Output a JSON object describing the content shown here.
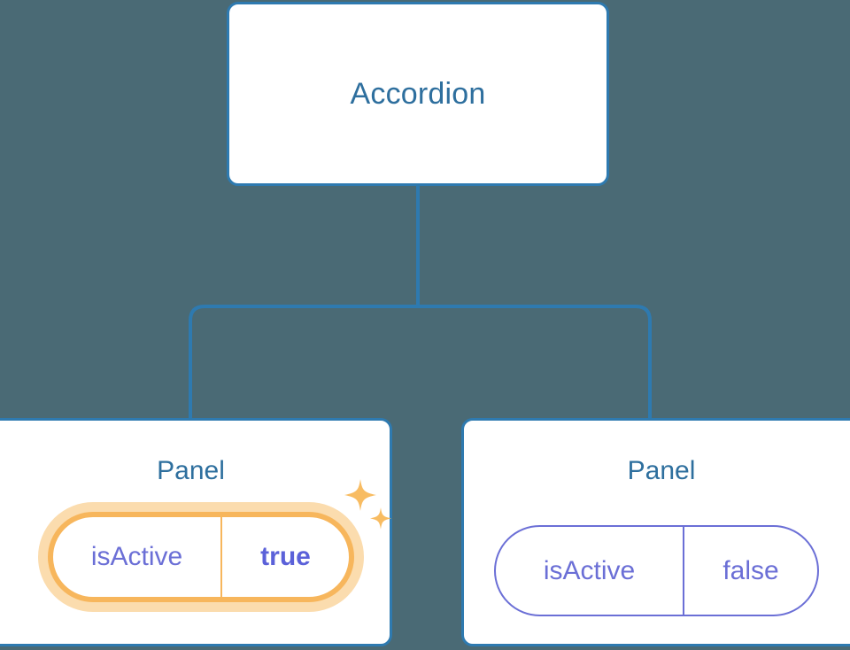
{
  "theme": {
    "background": "#4a6a75",
    "card_background": "#ffffff",
    "card_border": "#2e7ab0",
    "title_color": "#2e6f9e",
    "connector_color": "#2e7ab0",
    "prop_text_color": "#6b6fd6",
    "prop_value_active_color": "#5b61d9",
    "highlight_border": "#f7b65c",
    "highlight_glow": "#fbdcae",
    "sparkle_color": "#f8bc62"
  },
  "tree": {
    "root": {
      "label": "Accordion"
    },
    "children": [
      {
        "label": "Panel",
        "highlighted": true,
        "prop": {
          "key": "isActive",
          "value": "true"
        },
        "decoration": "sparkles-icon"
      },
      {
        "label": "Panel",
        "highlighted": false,
        "prop": {
          "key": "isActive",
          "value": "false"
        }
      }
    ]
  }
}
